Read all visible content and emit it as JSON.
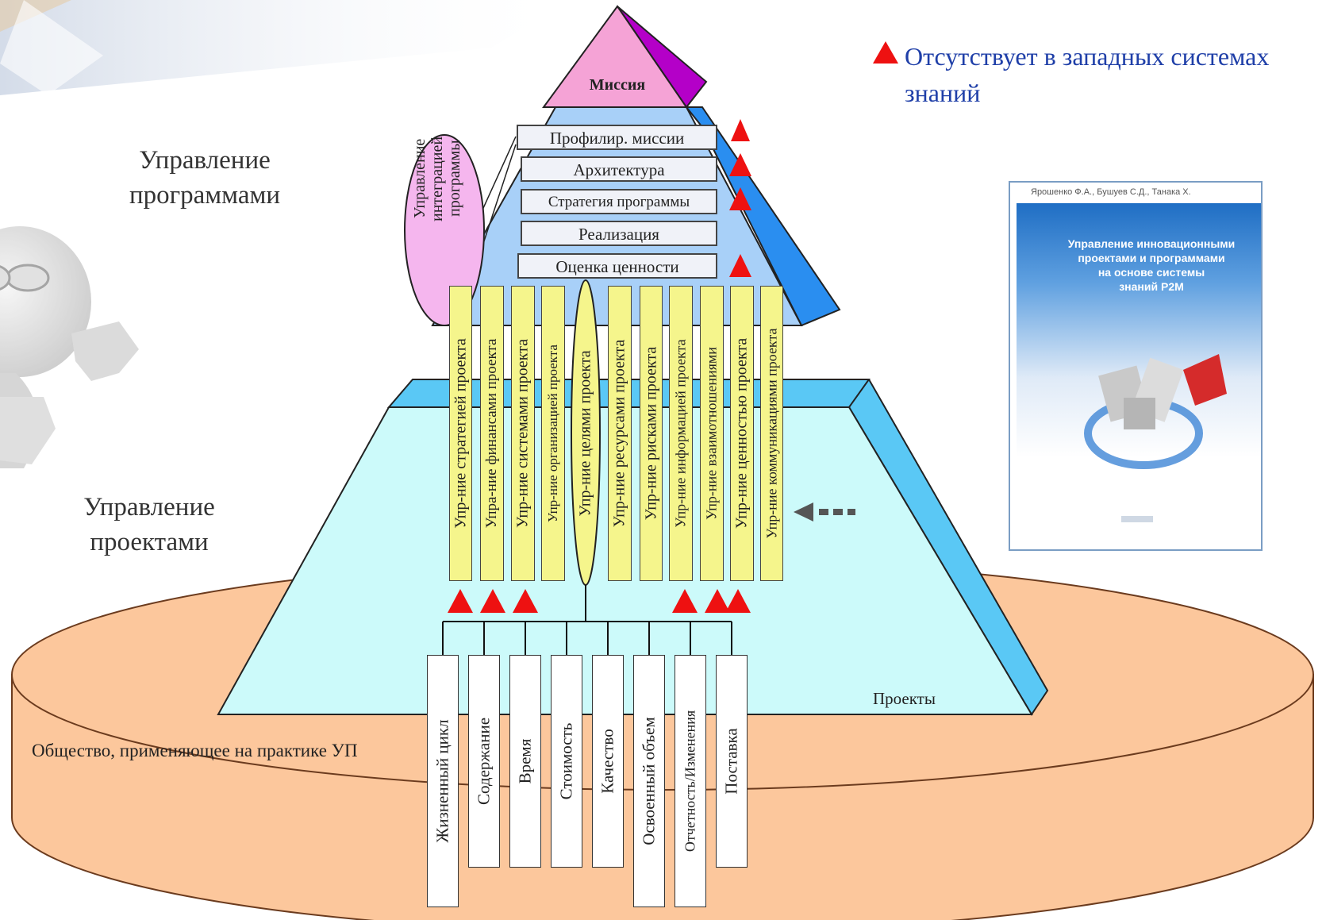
{
  "labels": {
    "program_management": "Управление программами",
    "project_management": "Управление проектами",
    "mission": "Миссия",
    "integration": "Управление интеграцией программы",
    "projects": "Проекты",
    "society": "Общество, применяющее на практике УП",
    "legend_text": "Отсутствует в западных системах знаний"
  },
  "program_levels": [
    "Профилир. миссии",
    "Архитектура",
    "Стратегия программы",
    "Реализация",
    "Оценка ценности"
  ],
  "program_level_marks": [
    true,
    true,
    true,
    false,
    true
  ],
  "project_columns": [
    "Упр-ние стратегией проекта",
    "Упра-ние финансами проекта",
    "Упр-ние системами проекта",
    "Упр-ние организацией проекта",
    "Упр-ние целями проекта",
    "Упр-ние ресурсами проекта",
    "Упр-ние рисками проекта",
    "Упр-ние информацией проекта",
    "Упр-ние взаимотношениями",
    "Упр-ние ценностью проекта",
    "Упр-ние коммуникациями проекта"
  ],
  "base_boxes": [
    "Жизненный цикл",
    "Содержание",
    "Время",
    "Стоимость",
    "Качество",
    "Освоенный объем",
    "Отчетность/Изменения",
    "Поставка"
  ],
  "book": {
    "authors": "Ярошенко Ф.А., Бушуев С.Д., Танака Х.",
    "title_lines": [
      "Управление инновационными",
      "проектами и программами",
      "на основе системы",
      "знаний P2M"
    ]
  },
  "colors": {
    "mission_fill": "#f5a3d6",
    "mission_side": "#b400c8",
    "program_fill": "#a8d0f8",
    "program_side": "#2a8ef0",
    "project_fill": "#ccfafa",
    "project_side": "#5ac8f5",
    "disk_fill": "#fcc79c",
    "column_fill": "#f5f58c",
    "ellipse_fill": "#f5b6ee",
    "marker": "#ee1111",
    "legend_text": "#1f3fa8"
  }
}
